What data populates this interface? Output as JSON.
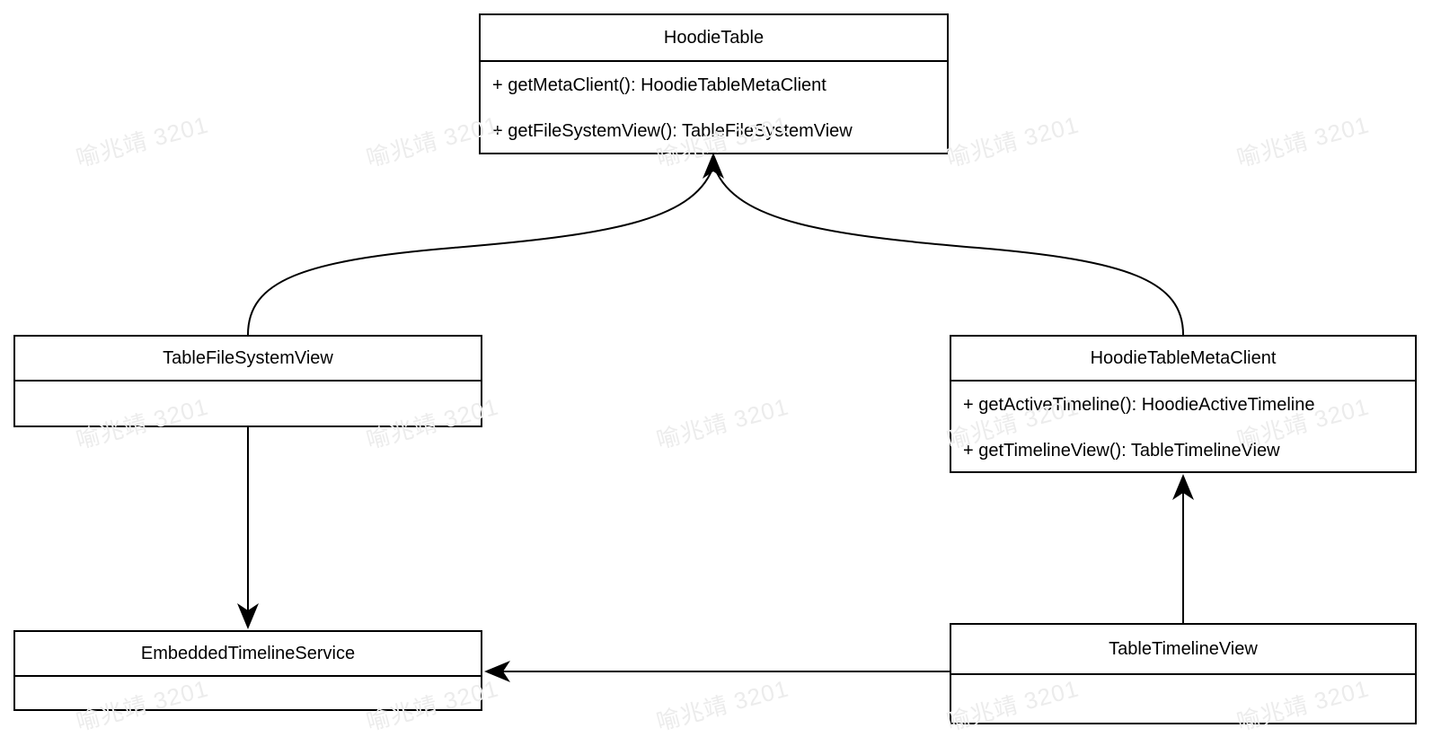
{
  "page": {
    "background": "#ffffff",
    "line_color": "#000000"
  },
  "watermark": {
    "text": "喻兆靖 3201",
    "color": "#ececec"
  },
  "diagram": {
    "classes": [
      {
        "name": "HoodieTable",
        "methods": [
          "+ getMetaClient(): HoodieTableMetaClient",
          "+ getFileSystemView(): TableFileSystemView"
        ]
      },
      {
        "name": "TableFileSystemView",
        "methods": []
      },
      {
        "name": "HoodieTableMetaClient",
        "methods": [
          "+ getActiveTimeline(): HoodieActiveTimeline",
          "+ getTimelineView(): TableTimelineView"
        ]
      },
      {
        "name": "EmbeddedTimelineService",
        "methods": []
      },
      {
        "name": "TableTimelineView",
        "methods": []
      }
    ],
    "edges": [
      {
        "from": "TableFileSystemView",
        "to": "HoodieTable",
        "style": "curved-solid-arrow"
      },
      {
        "from": "HoodieTableMetaClient",
        "to": "HoodieTable",
        "style": "curved-solid-arrow"
      },
      {
        "from": "TableFileSystemView",
        "to": "EmbeddedTimelineService",
        "style": "straight-solid-arrow"
      },
      {
        "from": "TableTimelineView",
        "to": "HoodieTableMetaClient",
        "style": "straight-solid-arrow"
      },
      {
        "from": "TableTimelineView",
        "to": "EmbeddedTimelineService",
        "style": "straight-solid-arrow"
      }
    ]
  }
}
